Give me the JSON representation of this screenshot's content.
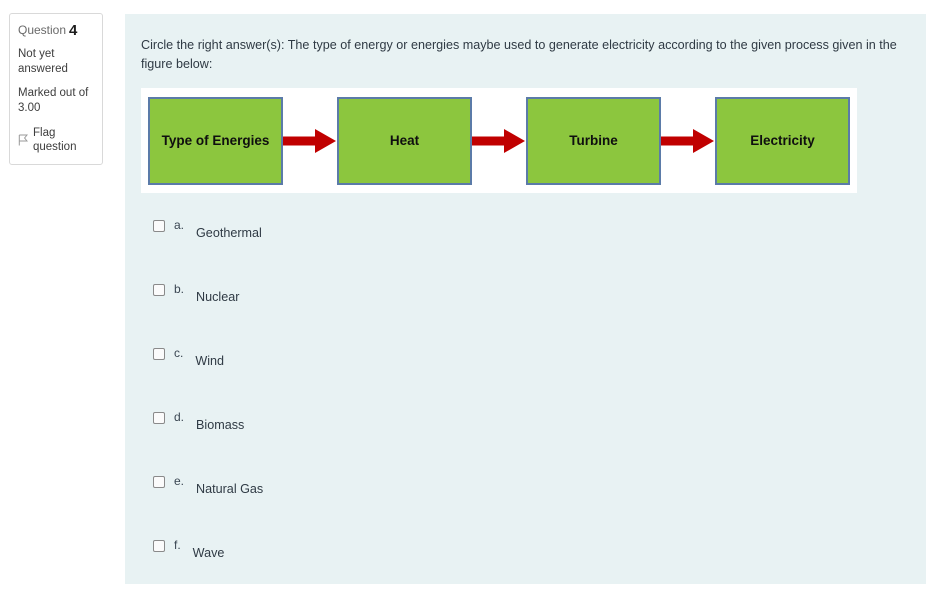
{
  "question_info": {
    "number_label": "Question",
    "number_value": "4",
    "state": "Not yet answered",
    "grade": "Marked out of 3.00",
    "flag_label": "Flag question",
    "flag_icon": "flag-icon"
  },
  "question": {
    "text": "Circle the right answer(s): The type of energy or energies maybe used to generate electricity according to the given process given in the figure below:"
  },
  "diagram": {
    "type": "flow",
    "box_fill": "#8cc63e",
    "box_border": "#5b7ba8",
    "arrow_color": "#c00000",
    "background": "#ffffff",
    "nodes": [
      {
        "label": "Type of Energies"
      },
      {
        "label": "Heat"
      },
      {
        "label": "Turbine"
      },
      {
        "label": "Electricity"
      }
    ],
    "arrows": [
      "arrow-right-icon",
      "arrow-right-icon",
      "arrow-right-icon"
    ]
  },
  "options": [
    {
      "letter": "a.",
      "label": "Geothermal",
      "checked": false
    },
    {
      "letter": "b.",
      "label": "Nuclear",
      "checked": false
    },
    {
      "letter": "c.",
      "label": "Wind",
      "checked": false
    },
    {
      "letter": "d.",
      "label": "Biomass",
      "checked": false
    },
    {
      "letter": "e.",
      "label": "Natural Gas",
      "checked": false
    },
    {
      "letter": "f.",
      "label": "Wave",
      "checked": false
    }
  ],
  "colors": {
    "panel_background": "#e8f2f3",
    "page_background": "#ffffff",
    "text": "#2f3a44"
  }
}
